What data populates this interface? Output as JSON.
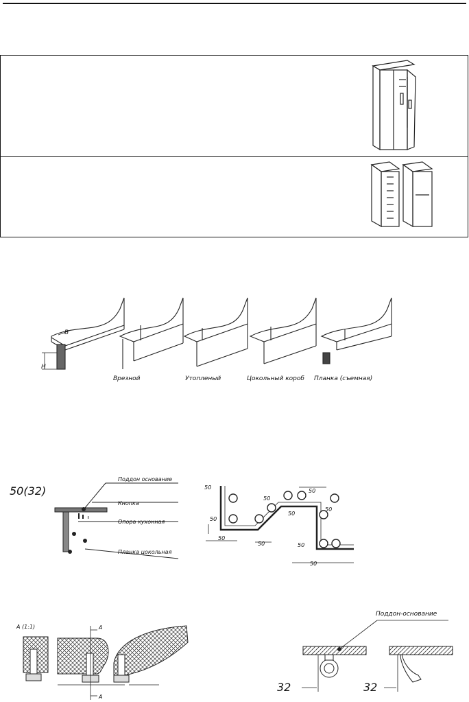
{
  "plinth_types": {
    "dim_b": "B",
    "dim_h": "H",
    "captions": [
      "Врезной",
      "Утопленый",
      "Цокольный короб",
      "Планка (съемная)"
    ]
  },
  "kitchen_plinth_section": {
    "dimension": "50(32)",
    "callouts": [
      "Поддон основание",
      "Кнопка",
      "Опора кухонная",
      "Планка цокольная"
    ]
  },
  "corner_layout": {
    "dim_labels": [
      "50",
      "50",
      "50",
      "50",
      "50",
      "50",
      "50",
      "50",
      "50",
      "50"
    ]
  },
  "leg_detail": {
    "section_label": "А (1:1)",
    "cut_mark": "А"
  },
  "wheel_detail": {
    "callout": "Поддон-основание",
    "dim_left": "32",
    "dim_right": "32"
  }
}
